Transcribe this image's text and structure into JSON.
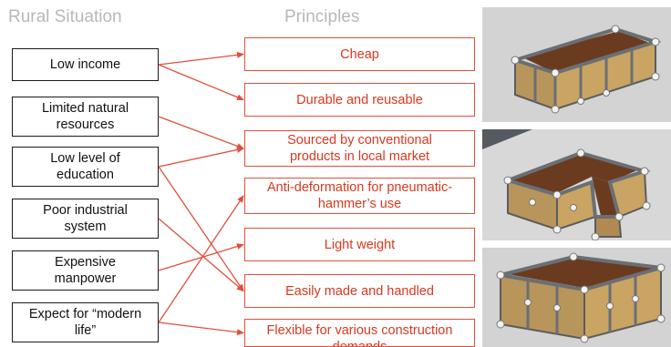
{
  "headings": {
    "rural": "Rural Situation",
    "principles": "Principles"
  },
  "rural_situations": [
    "Low income",
    "Limited natural\nresources",
    "Low level of\neducation",
    "Poor industrial\nsystem",
    "Expensive\nmanpower",
    "Expect for “modern\nlife”"
  ],
  "principles": [
    "Cheap",
    "Durable and reusable",
    "Sourced by conventional\nproducts in local market",
    "Anti-deformation for pneumatic-\nhammer’s use",
    "Light weight",
    "Easily made and handled",
    "Flexible for various construction\ndemands"
  ],
  "connections": [
    [
      0,
      0
    ],
    [
      0,
      1
    ],
    [
      1,
      2
    ],
    [
      2,
      2
    ],
    [
      2,
      5
    ],
    [
      3,
      5
    ],
    [
      4,
      4
    ],
    [
      5,
      3
    ],
    [
      5,
      6
    ]
  ],
  "photos": [
    {
      "shape": "straight-formwork-model"
    },
    {
      "shape": "t-shaped-formwork-model"
    },
    {
      "shape": "l-shaped-formwork-model"
    }
  ],
  "colors": {
    "arrow": "#e0503c",
    "principle_text": "#d9381e",
    "rural_border": "#1a1a1a",
    "heading": "#b8b8b8",
    "wood": "#c9a462",
    "steel": "#7b8590"
  }
}
